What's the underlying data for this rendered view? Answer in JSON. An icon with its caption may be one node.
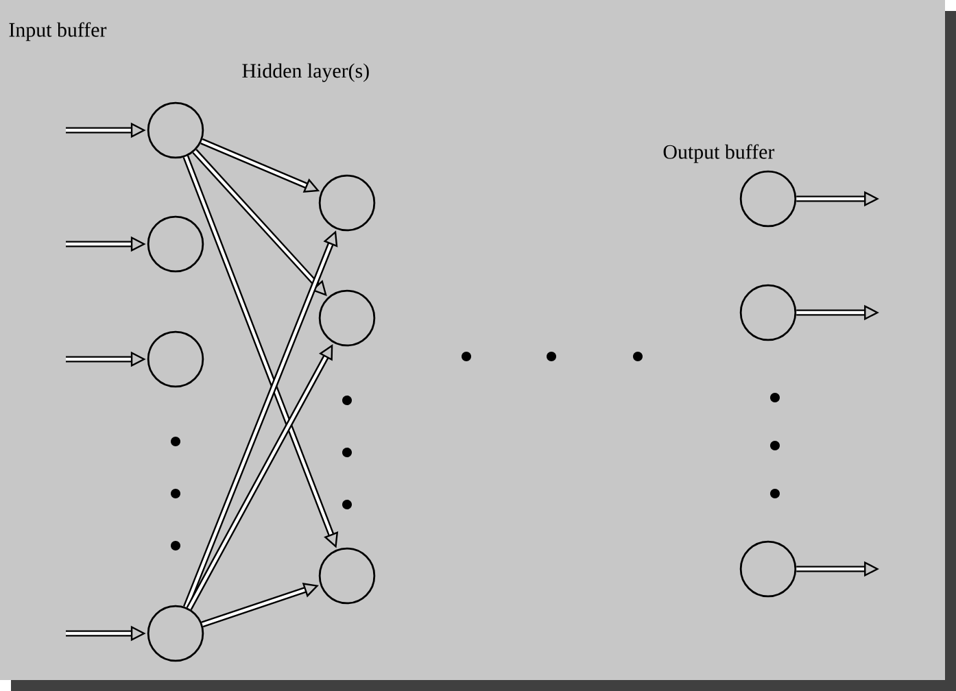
{
  "diagram": {
    "nodes": [
      {
        "text": [],
        "shape": "circle"
      },
      {
        "text": [],
        "shape": "circle"
      },
      {
        "text": [],
        "shape": "circle"
      },
      {
        "text": [],
        "shape": "circle"
      },
      {
        "text": [],
        "shape": "circle"
      },
      {
        "text": [],
        "shape": "circle"
      },
      {
        "text": [],
        "shape": "circle"
      },
      {
        "text": [],
        "shape": "circle"
      },
      {
        "text": [],
        "shape": "circle"
      },
      {
        "text": [],
        "shape": "circle"
      }
    ],
    "edges": [
      {
        "from": null,
        "to": 0,
        "arrow": "to"
      },
      {
        "from": null,
        "to": 1,
        "arrow": "to"
      },
      {
        "from": null,
        "to": 2,
        "arrow": "to"
      },
      {
        "from": null,
        "to": 3,
        "arrow": "to"
      },
      {
        "from": 0,
        "to": 4,
        "arrow": "to"
      },
      {
        "from": 0,
        "to": 5,
        "arrow": "to"
      },
      {
        "from": 0,
        "to": 6,
        "arrow": "to"
      },
      {
        "from": 3,
        "to": 4,
        "arrow": "to"
      },
      {
        "from": 3,
        "to": 5,
        "arrow": "to"
      },
      {
        "from": 3,
        "to": 6,
        "arrow": "to"
      },
      {
        "from": 7,
        "to": null,
        "arrow": "to"
      },
      {
        "from": 8,
        "to": null,
        "arrow": "to"
      },
      {
        "from": 9,
        "to": null,
        "arrow": "to"
      }
    ],
    "labels": [
      "Input buffer",
      "Hidden layer(s)",
      "Output buffer"
    ]
  }
}
